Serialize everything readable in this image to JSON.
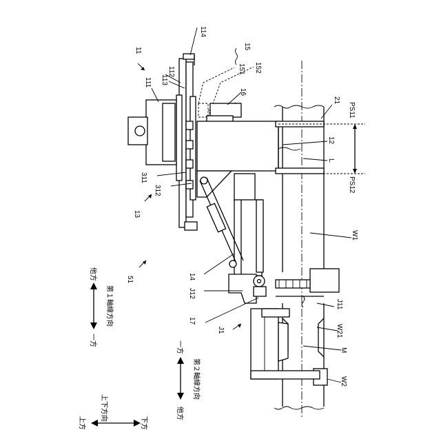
{
  "labels": {
    "l114": "114",
    "l11": "11",
    "l15": "15",
    "l151": "151",
    "l152": "152",
    "l113": "113",
    "l112": "112",
    "l111": "111",
    "l16": "16",
    "l21": "21",
    "lPS11": "PS11",
    "l12": "12",
    "lL": "L",
    "lPS12": "PS12",
    "l311": "311",
    "l312": "312",
    "l13": "13",
    "lW1": "W1",
    "l51": "51",
    "l14": "14",
    "lJ12": "J12",
    "lJ11": "J11",
    "l17": "17",
    "lJ1": "J1",
    "lW21": "W21",
    "lM": "M",
    "lW2": "W2"
  },
  "legend": {
    "axis1_other": "他方",
    "axis1_title": "第１軸線方向",
    "axis1_one": "一方",
    "axis2_one": "一方",
    "axis2_title": "第２軸線方向",
    "axis2_other": "他方",
    "vert_up": "上方",
    "vert_title": "上下方向",
    "vert_down": "下方"
  }
}
